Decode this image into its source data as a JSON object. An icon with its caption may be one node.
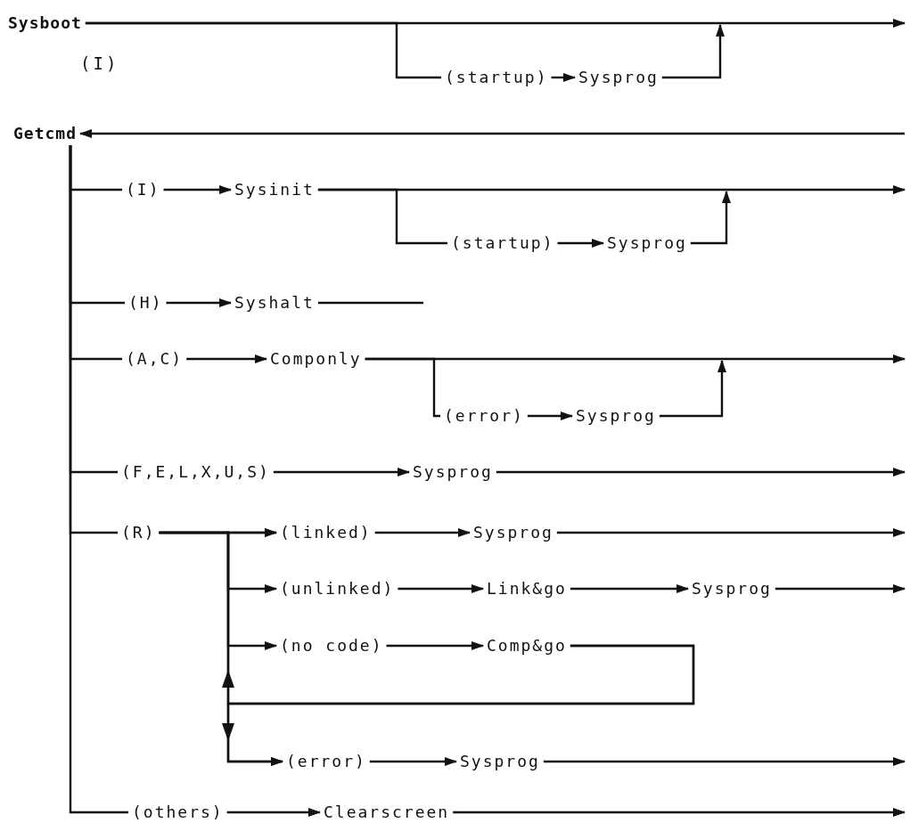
{
  "diagram": {
    "nodes": [
      {
        "text": [
          "Sysboot"
        ],
        "beside": [
          "(I)"
        ]
      },
      {
        "text": [
          "(startup)"
        ]
      },
      {
        "text": [
          "Sysprog"
        ]
      },
      {
        "text": [
          "Getcmd"
        ]
      },
      {
        "text": [
          "(I)"
        ]
      },
      {
        "text": [
          "Sysinit"
        ]
      },
      {
        "text": [
          "(startup)"
        ]
      },
      {
        "text": [
          "Sysprog"
        ]
      },
      {
        "text": [
          "(H)"
        ]
      },
      {
        "text": [
          "Syshalt"
        ]
      },
      {
        "text": [
          "(A,C)"
        ]
      },
      {
        "text": [
          "Componly"
        ]
      },
      {
        "text": [
          "(error)"
        ]
      },
      {
        "text": [
          "Sysprog"
        ]
      },
      {
        "text": [
          "(F,E,L,X,U,S)"
        ]
      },
      {
        "text": [
          "Sysprog"
        ]
      },
      {
        "text": [
          "(R)"
        ]
      },
      {
        "text": [
          "(linked)"
        ]
      },
      {
        "text": [
          "Sysprog"
        ]
      },
      {
        "text": [
          "(unlinked)"
        ]
      },
      {
        "text": [
          "Link&go"
        ]
      },
      {
        "text": [
          "Sysprog"
        ]
      },
      {
        "text": [
          "(no code)"
        ]
      },
      {
        "text": [
          "Comp&go"
        ]
      },
      {
        "text": [
          "(error)"
        ]
      },
      {
        "text": [
          "Sysprog"
        ]
      },
      {
        "text": [
          "(others)"
        ]
      },
      {
        "text": [
          "Clearscreen"
        ]
      }
    ],
    "edges": [
      {
        "from": 0,
        "to": null,
        "arrow": "to"
      },
      {
        "from": 0,
        "to": 1,
        "arrow": "none"
      },
      {
        "from": 1,
        "to": 2,
        "arrow": "to"
      },
      {
        "from": 2,
        "to": null,
        "arrow": "to"
      },
      {
        "from": null,
        "to": 3,
        "arrow": "to"
      },
      {
        "from": 3,
        "to": 4,
        "arrow": "none"
      },
      {
        "from": 3,
        "to": 8,
        "arrow": "none"
      },
      {
        "from": 3,
        "to": 10,
        "arrow": "none"
      },
      {
        "from": 3,
        "to": 14,
        "arrow": "none"
      },
      {
        "from": 3,
        "to": 16,
        "arrow": "none"
      },
      {
        "from": 3,
        "to": 26,
        "arrow": "none"
      },
      {
        "from": 4,
        "to": 5,
        "arrow": "to"
      },
      {
        "from": 5,
        "to": null,
        "arrow": "to"
      },
      {
        "from": 5,
        "to": 6,
        "arrow": "none"
      },
      {
        "from": 6,
        "to": 7,
        "arrow": "to"
      },
      {
        "from": 7,
        "to": null,
        "arrow": "to"
      },
      {
        "from": 8,
        "to": 9,
        "arrow": "to"
      },
      {
        "from": 9,
        "to": null,
        "arrow": "none"
      },
      {
        "from": 10,
        "to": 11,
        "arrow": "to"
      },
      {
        "from": 11,
        "to": null,
        "arrow": "to"
      },
      {
        "from": 11,
        "to": 12,
        "arrow": "none"
      },
      {
        "from": 12,
        "to": 13,
        "arrow": "to"
      },
      {
        "from": 13,
        "to": null,
        "arrow": "to"
      },
      {
        "from": 14,
        "to": 15,
        "arrow": "to"
      },
      {
        "from": 15,
        "to": null,
        "arrow": "to"
      },
      {
        "from": 16,
        "to": 17,
        "arrow": "to"
      },
      {
        "from": 16,
        "to": 19,
        "arrow": "to"
      },
      {
        "from": 16,
        "to": 22,
        "arrow": "to"
      },
      {
        "from": 16,
        "to": 24,
        "arrow": "to"
      },
      {
        "from": 17,
        "to": 18,
        "arrow": "to"
      },
      {
        "from": 18,
        "to": null,
        "arrow": "to"
      },
      {
        "from": 19,
        "to": 20,
        "arrow": "to"
      },
      {
        "from": 20,
        "to": 21,
        "arrow": "to"
      },
      {
        "from": 21,
        "to": null,
        "arrow": "to"
      },
      {
        "from": 22,
        "to": 23,
        "arrow": "to"
      },
      {
        "from": 23,
        "to": 17,
        "arrow": "to"
      },
      {
        "from": 23,
        "to": 24,
        "arrow": "to"
      },
      {
        "from": 24,
        "to": 25,
        "arrow": "to"
      },
      {
        "from": 25,
        "to": null,
        "arrow": "to"
      },
      {
        "from": 26,
        "to": 27,
        "arrow": "to"
      },
      {
        "from": 27,
        "to": null,
        "arrow": "to"
      }
    ]
  }
}
